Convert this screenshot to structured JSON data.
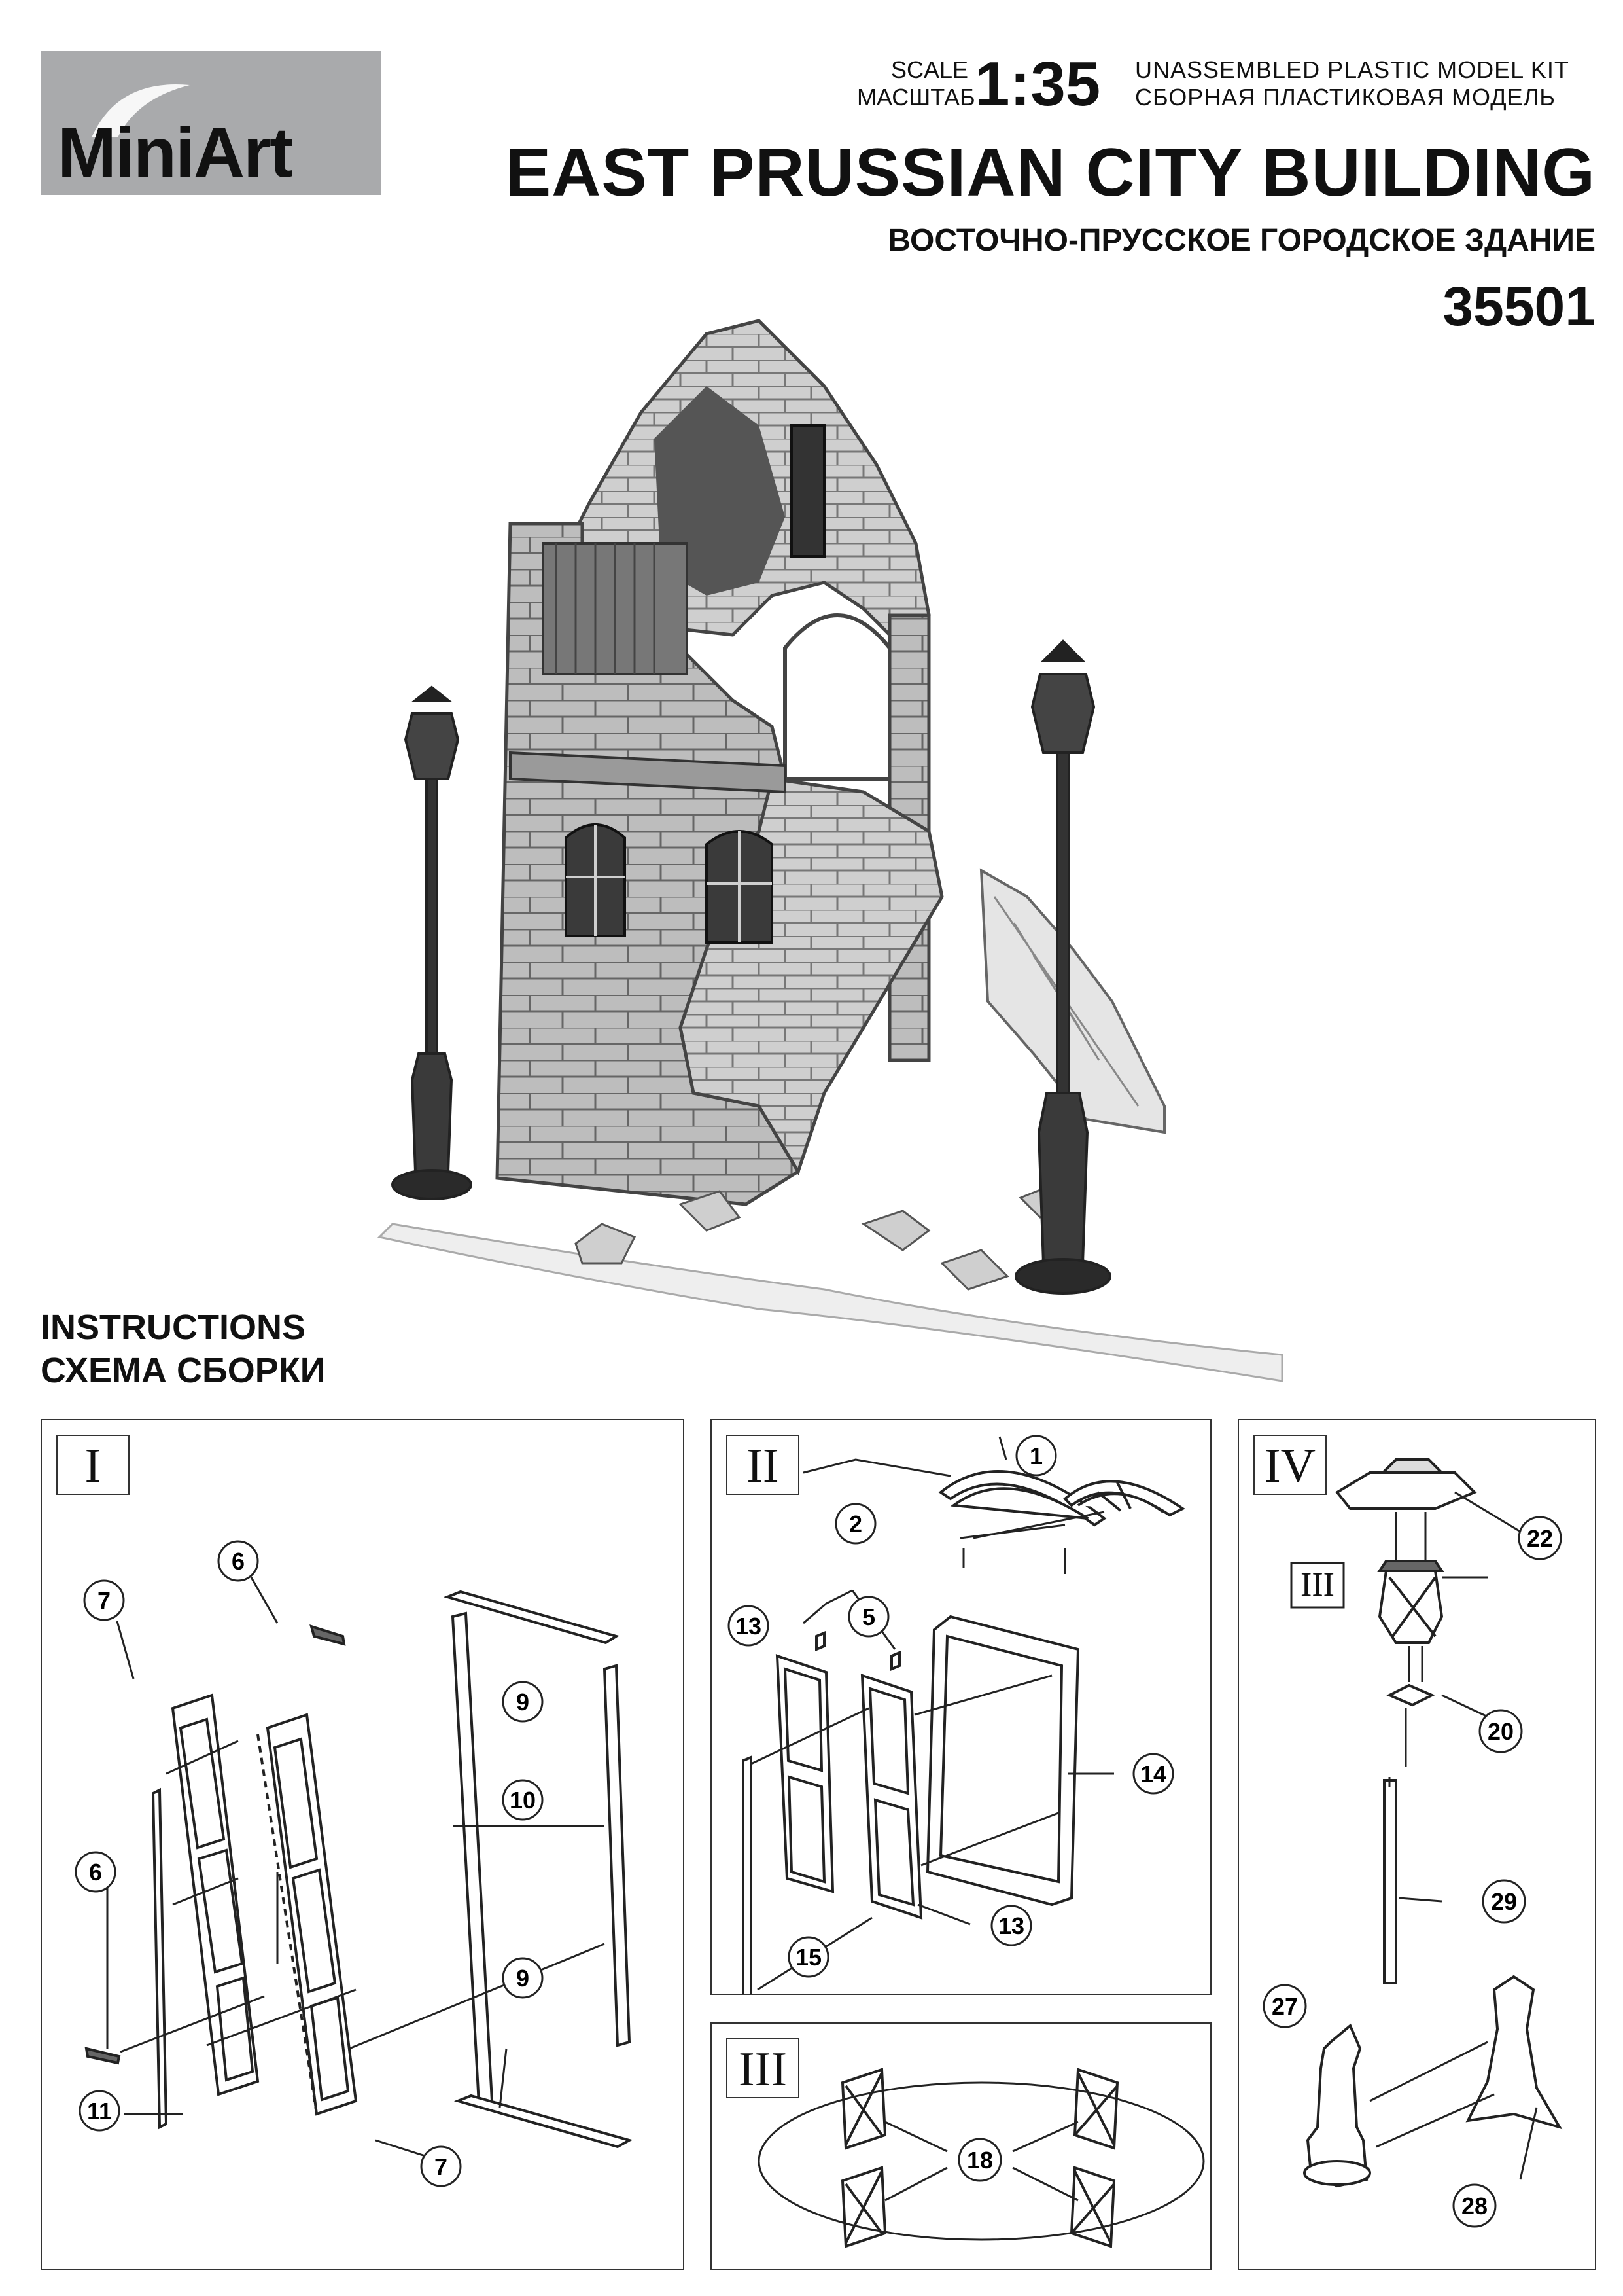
{
  "header": {
    "brand": "MiniArt",
    "scale_label_en": "SCALE",
    "scale_label_ru": "МАСШТАБ",
    "scale": "1:35",
    "kit_type_en": "UNASSEMBLED PLASTIC MODEL KIT",
    "kit_type_ru": "СБОРНАЯ ПЛАСТИКОВАЯ МОДЕЛЬ",
    "title_en": "EAST PRUSSIAN CITY BUILDING",
    "title_ru": "ВОСТОЧНО-ПРУССКОЕ ГОРОДСКОЕ ЗДАНИЕ",
    "kit_number": "35501"
  },
  "instructions": {
    "label_en": "INSTRUCTIONS",
    "label_ru": "СХЕМА СБОРКИ"
  },
  "steps": [
    {
      "id": "I",
      "parts": [
        "7",
        "6",
        "9",
        "10",
        "6",
        "9",
        "11",
        "7"
      ]
    },
    {
      "id": "II",
      "parts": [
        "1",
        "2",
        "5",
        "13",
        "14",
        "13",
        "15"
      ]
    },
    {
      "id": "III",
      "parts": [
        "18"
      ]
    },
    {
      "id": "IV",
      "parts": [
        "22",
        "III",
        "20",
        "29",
        "27",
        "28"
      ]
    }
  ],
  "colors": {
    "logo_bg": "#a9aaac",
    "line": "#333333"
  }
}
